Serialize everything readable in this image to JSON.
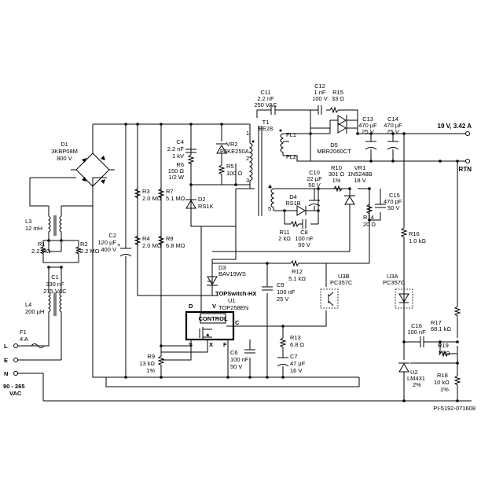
{
  "diagram": {
    "output": {
      "voltage": "19 V, 3.42 A",
      "return": "RTN"
    },
    "input": {
      "L": "L",
      "E": "E",
      "N": "N",
      "range": "90 - 265",
      "unit": "VAC"
    },
    "ref": "PI-5192-071608",
    "parts": {
      "D1": [
        "D1",
        "3KBP08M",
        "800 V"
      ],
      "L3": [
        "L3",
        "12 mH"
      ],
      "R1": [
        "R1",
        "2.2 MΩ"
      ],
      "R2": [
        "R2",
        "2.2 MΩ"
      ],
      "C1": [
        "C1",
        "330 nF",
        "275 VAC"
      ],
      "L4": [
        "L4",
        "200 µH"
      ],
      "F1": [
        "F1",
        "4 A"
      ],
      "C2": [
        "C2",
        "120 µF",
        "400 V"
      ],
      "R3": [
        "R3",
        "2.0 MΩ"
      ],
      "R4": [
        "R4",
        "2.0 MΩ"
      ],
      "C4": [
        "C4",
        "2.2 nF",
        "1 kV"
      ],
      "R6": [
        "R6",
        "150 Ω",
        "1/2 W"
      ],
      "R7": [
        "R7",
        "5.1 MΩ"
      ],
      "R8": [
        "R8",
        "6.8 MΩ"
      ],
      "VR2": [
        "VR2",
        "P6KE250A"
      ],
      "R5": [
        "R5",
        "100 Ω"
      ],
      "D2": [
        "D2",
        "RS1K"
      ],
      "C11": [
        "C11",
        "2.2 nF",
        "250 VAC"
      ],
      "T1": [
        "T1",
        "EE28"
      ],
      "C12": [
        "C12",
        "1 nF",
        "100 V"
      ],
      "R15": [
        "R15",
        "33 Ω"
      ],
      "D5": [
        "D5",
        "MBR2060CT"
      ],
      "C13": [
        "C13",
        "470 µF",
        "25 V"
      ],
      "C14": [
        "C14",
        "470 µF",
        "25 V"
      ],
      "C10": [
        "C10",
        "22 µF",
        "50 V"
      ],
      "R10": [
        "R10",
        "301 Ω",
        "1%"
      ],
      "VR1": [
        "VR1",
        "1N5248B",
        "18 V"
      ],
      "C15": [
        "C15",
        "470 pF",
        "50 V"
      ],
      "D4": [
        "D4",
        "RS1B"
      ],
      "R14": [
        "R14",
        "20 Ω"
      ],
      "R11": [
        "R11",
        "2 kΩ"
      ],
      "C8": [
        "C8",
        "100 nF",
        "50 V"
      ],
      "R16": [
        "R16",
        "1.0 kΩ"
      ],
      "D3": [
        "D3",
        "BAV19WS"
      ],
      "R12": [
        "R12",
        "5.1 kΩ"
      ],
      "C9": [
        "C9",
        "100 nF",
        "25 V"
      ],
      "U3B": [
        "U3B",
        "PC357C"
      ],
      "U3A": [
        "U3A",
        "PC357C"
      ],
      "U1": [
        "TOPSwitch-HX",
        "U1",
        "TOP258EN"
      ],
      "R17": [
        "R17",
        "68.1 kΩ"
      ],
      "C16": [
        "C16",
        "100 nF"
      ],
      "R19": [
        "R19",
        "1 kΩ"
      ],
      "R13": [
        "R13",
        "6.8 Ω"
      ],
      "C7": [
        "C7",
        "47 µF",
        "16 V"
      ],
      "C6": [
        "C6",
        "100 nF",
        "50 V"
      ],
      "R9": [
        "R9",
        "13 kΩ",
        "1%"
      ],
      "U2": [
        "U2",
        "LM431",
        "2%"
      ],
      "R18": [
        "R18",
        "10 kΩ",
        "1%"
      ]
    },
    "pins": {
      "D": "D",
      "V": "V",
      "C": "C",
      "S": "S",
      "X": "X",
      "F": "F",
      "control": "CONTROL",
      "t1": "1",
      "t2": "2",
      "t3": "3",
      "t4": "4",
      "t5": "5",
      "fl1": "FL1",
      "fl2": "FL2"
    }
  }
}
